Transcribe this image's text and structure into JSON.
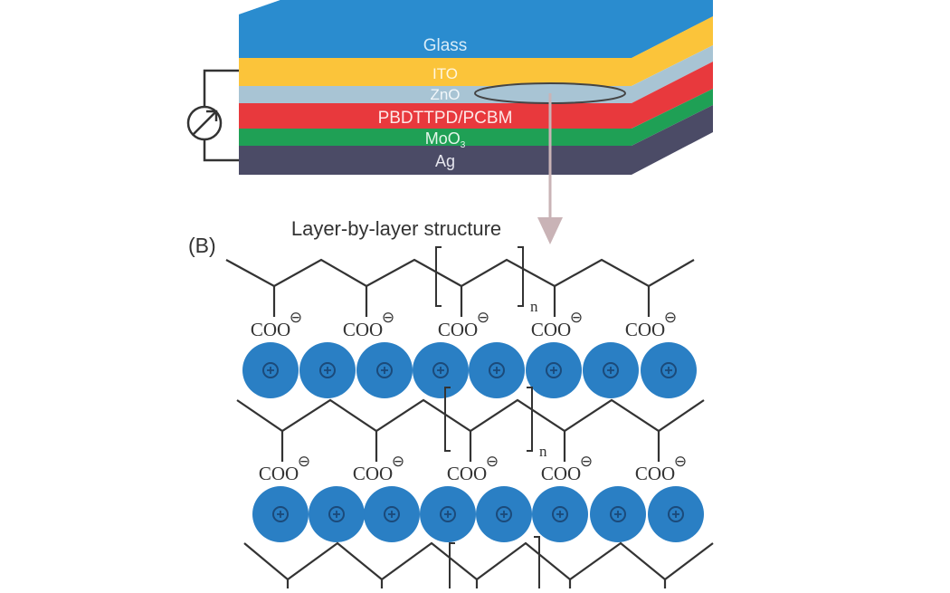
{
  "device": {
    "layers": [
      {
        "id": "glass",
        "label": "Glass",
        "color": "#2a8ccf",
        "text_color": "#d8ecf8"
      },
      {
        "id": "ito",
        "label": "ITO",
        "color": "#fbc43a",
        "text_color": "#fff6df"
      },
      {
        "id": "zno",
        "label": "ZnO",
        "color": "#a8c4d4",
        "text_color": "#f2f7fa"
      },
      {
        "id": "active",
        "label": "PBDTTPD/PCBM",
        "color": "#e8393d",
        "text_color": "#fde8e8"
      },
      {
        "id": "moo3",
        "label": "MoO",
        "label_sub": "3",
        "color": "#1fa055",
        "text_color": "#e4f6ea"
      },
      {
        "id": "ag",
        "label": "Ag",
        "color": "#4b4b66",
        "text_color": "#e6e6ee"
      }
    ],
    "circuit": {
      "meter_icon": "ammeter-icon",
      "wire_color": "#333333"
    },
    "highlight": {
      "ellipse_fill": "#a8c4d4",
      "ellipse_stroke": "#444444"
    },
    "arrow_color": "#c9b3b6"
  },
  "panel_b": {
    "label": "(B)",
    "title": "Layer-by-layer structure",
    "polymer": {
      "group": "COO",
      "charge": "⊖",
      "repeat_subscript": "n",
      "line_color": "#333333"
    },
    "cation": {
      "charge": "⊕",
      "color": "#2a7fc4",
      "mark_color": "#1b4a7a"
    },
    "rows": [
      {
        "cation_count": 8
      },
      {
        "cation_count": 8
      }
    ]
  }
}
